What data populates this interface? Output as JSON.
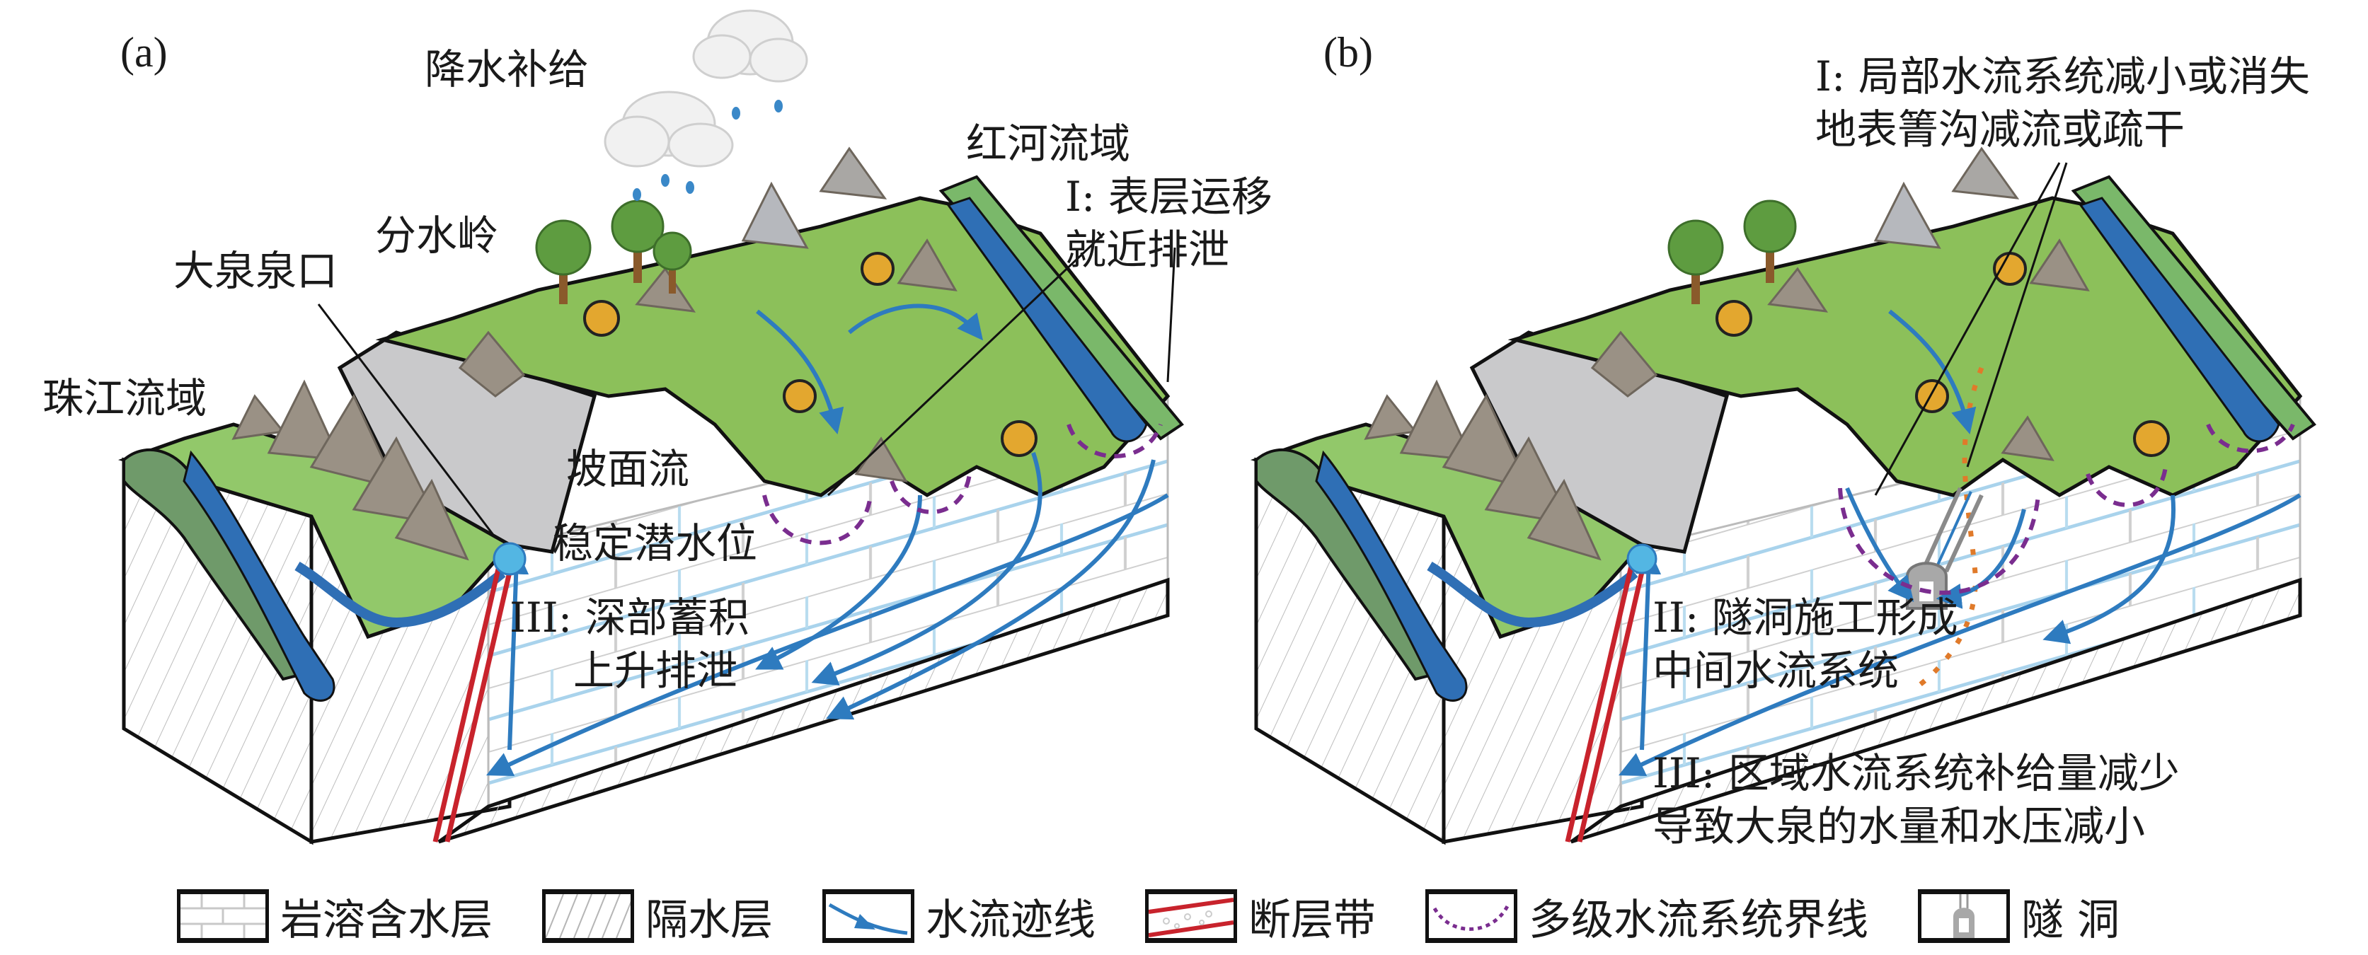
{
  "panels": {
    "a": {
      "tag": "(a)",
      "labels": {
        "recharge": "降水补给",
        "divide": "分水岭",
        "spring_outlet": "大泉泉口",
        "pearl_basin": "珠江流域",
        "red_basin": "红河流域",
        "system_I_line1": "I: 表层运移",
        "system_I_line2": "就近排泄",
        "slope_flow": "坡面流",
        "stable_water_table": "稳定潜水位",
        "system_III_line1": "III: 深部蓄积",
        "system_III_line2": "上升排泄"
      }
    },
    "b": {
      "tag": "(b)",
      "labels": {
        "system_I_line1": "I: 局部水流系统减小或消失",
        "system_I_line2": "地表箐沟减流或疏干",
        "system_II_line1": "II: 隧洞施工形成",
        "system_II_line2": "中间水流系统",
        "system_III_line1": "III: 区域水流系统补给量减少",
        "system_III_line2": "导致大泉的水量和水压减小"
      }
    }
  },
  "legend": [
    {
      "icon": "karst-aquifer-icon",
      "label": "岩溶含水层"
    },
    {
      "icon": "aquitard-icon",
      "label": "隔水层"
    },
    {
      "icon": "flow-path-icon",
      "label": "水流迹线"
    },
    {
      "icon": "fault-zone-icon",
      "label": "断层带"
    },
    {
      "icon": "flow-system-boundary-icon",
      "label": "多级水流系统界线"
    },
    {
      "icon": "tunnel-icon",
      "label": "隧 洞"
    }
  ],
  "colors": {
    "grass": "#8cc05a",
    "grass_dark": "#6f9a6a",
    "river": "#2f6fb5",
    "flow_line": "#2e7bbf",
    "limestone_joint": "#8fc6e6",
    "boundary": "#7a2d8f",
    "fault": "#c8232c",
    "drain_path": "#e07a2a",
    "rock": "#9a9185",
    "cliff": "#c9c9cb"
  }
}
